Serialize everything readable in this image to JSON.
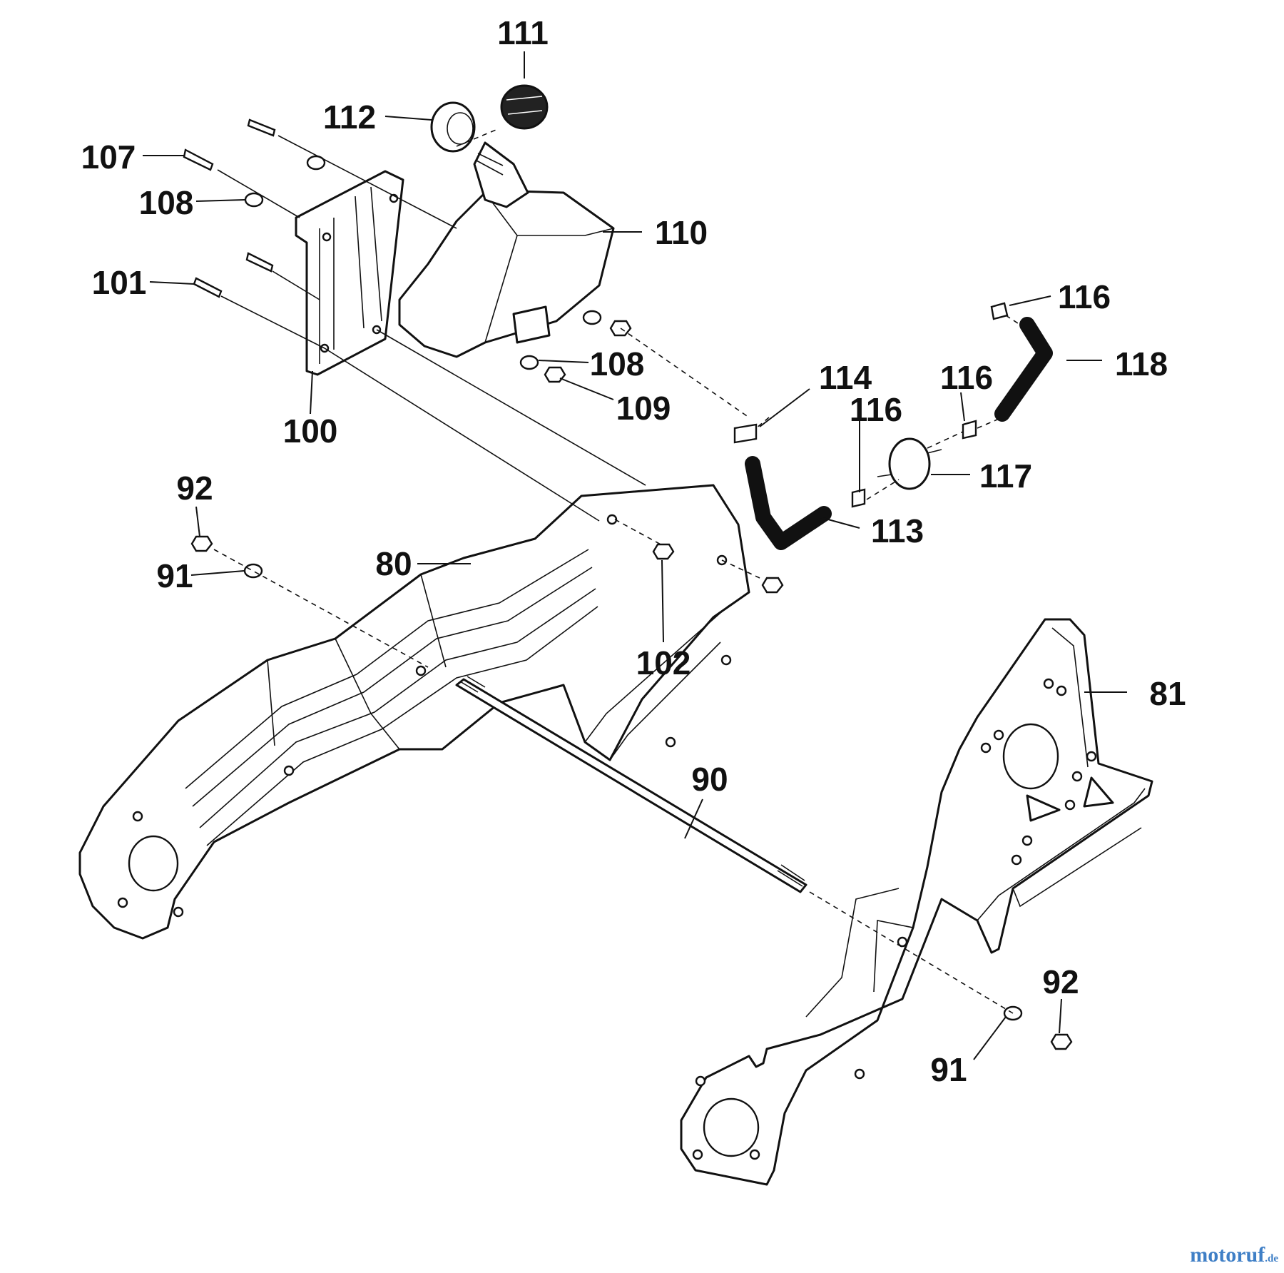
{
  "diagram": {
    "callouts": [
      {
        "id": "111",
        "text": "111"
      },
      {
        "id": "112",
        "text": "112"
      },
      {
        "id": "107",
        "text": "107"
      },
      {
        "id": "108a",
        "text": "108"
      },
      {
        "id": "110",
        "text": "110"
      },
      {
        "id": "101",
        "text": "101"
      },
      {
        "id": "116a",
        "text": "116"
      },
      {
        "id": "108b",
        "text": "108"
      },
      {
        "id": "118",
        "text": "118"
      },
      {
        "id": "114",
        "text": "114"
      },
      {
        "id": "116b",
        "text": "116"
      },
      {
        "id": "109",
        "text": "109"
      },
      {
        "id": "116c",
        "text": "116"
      },
      {
        "id": "100",
        "text": "100"
      },
      {
        "id": "117",
        "text": "117"
      },
      {
        "id": "92a",
        "text": "92"
      },
      {
        "id": "113",
        "text": "113"
      },
      {
        "id": "80",
        "text": "80"
      },
      {
        "id": "91a",
        "text": "91"
      },
      {
        "id": "102",
        "text": "102"
      },
      {
        "id": "81",
        "text": "81"
      },
      {
        "id": "90",
        "text": "90"
      },
      {
        "id": "92b",
        "text": "92"
      },
      {
        "id": "91b",
        "text": "91"
      }
    ]
  },
  "watermark": {
    "brand": "motoruf",
    "suffix": ".de",
    "color": "#3f7fc6"
  }
}
